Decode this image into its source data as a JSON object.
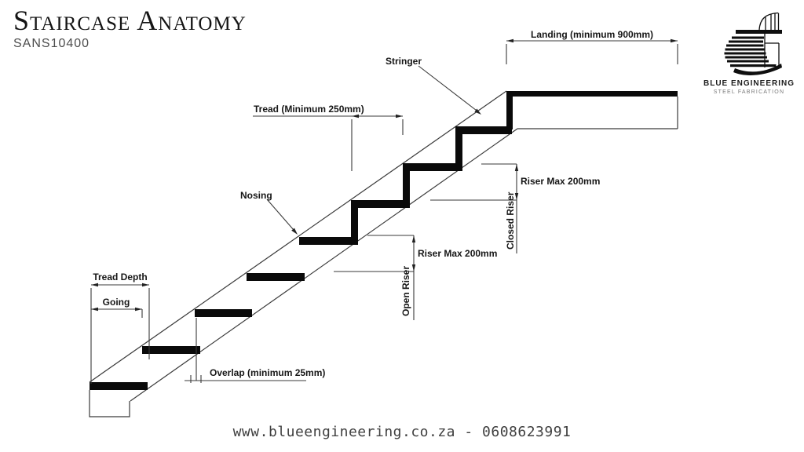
{
  "header": {
    "title": "Staircase Anatomy",
    "subtitle": "SANS10400"
  },
  "logo": {
    "name": "BLUE ENGINEERING",
    "tagline": "STEEL FABRICATION"
  },
  "labels": {
    "landing": "Landing (minimum 900mm)",
    "stringer": "Stringer",
    "tread": "Tread (Minimum 250mm)",
    "nosing": "Nosing",
    "riser_closed": "Riser Max 200mm",
    "closed_riser": "Closed Riser",
    "riser_open": "Riser Max 200mm",
    "open_riser": "Open Riser",
    "tread_depth": "Tread Depth",
    "going": "Going",
    "overlap": "Overlap (minimum 25mm)"
  },
  "footer": {
    "text": "www.blueengineering.co.za - 0608623991"
  },
  "colors": {
    "line": "#3a3a3a",
    "ink": "#0a0a0a",
    "muted": "#4d4d4d"
  }
}
